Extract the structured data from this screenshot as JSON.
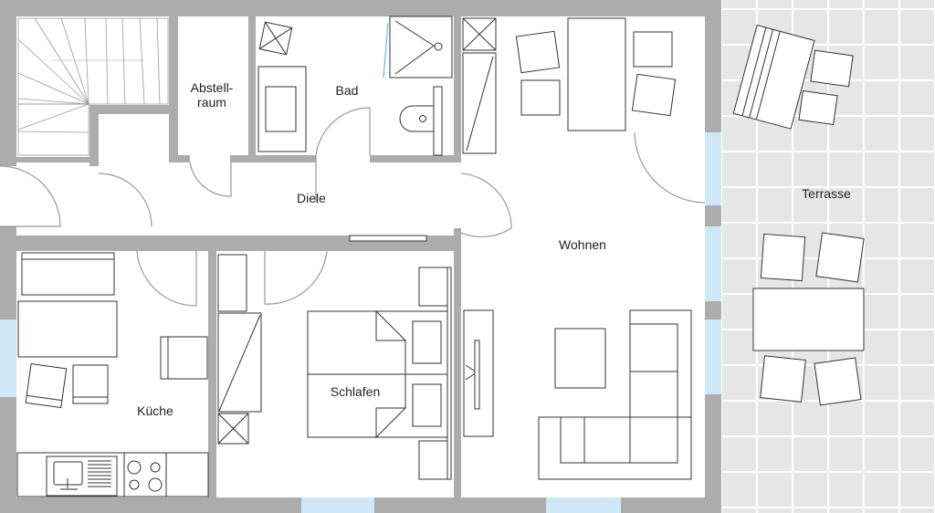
{
  "plan": {
    "rooms": {
      "abstellraum_line1": "Abstell-",
      "abstellraum_line2": "raum",
      "bad": "Bad",
      "diele": "Diele",
      "kueche": "Küche",
      "schlafen": "Schlafen",
      "wohnen": "Wohnen",
      "terrasse": "Terrasse"
    },
    "colors": {
      "wall": "#acacac",
      "terrace": "#e6e6e6",
      "window": "#cfe8f7"
    }
  }
}
